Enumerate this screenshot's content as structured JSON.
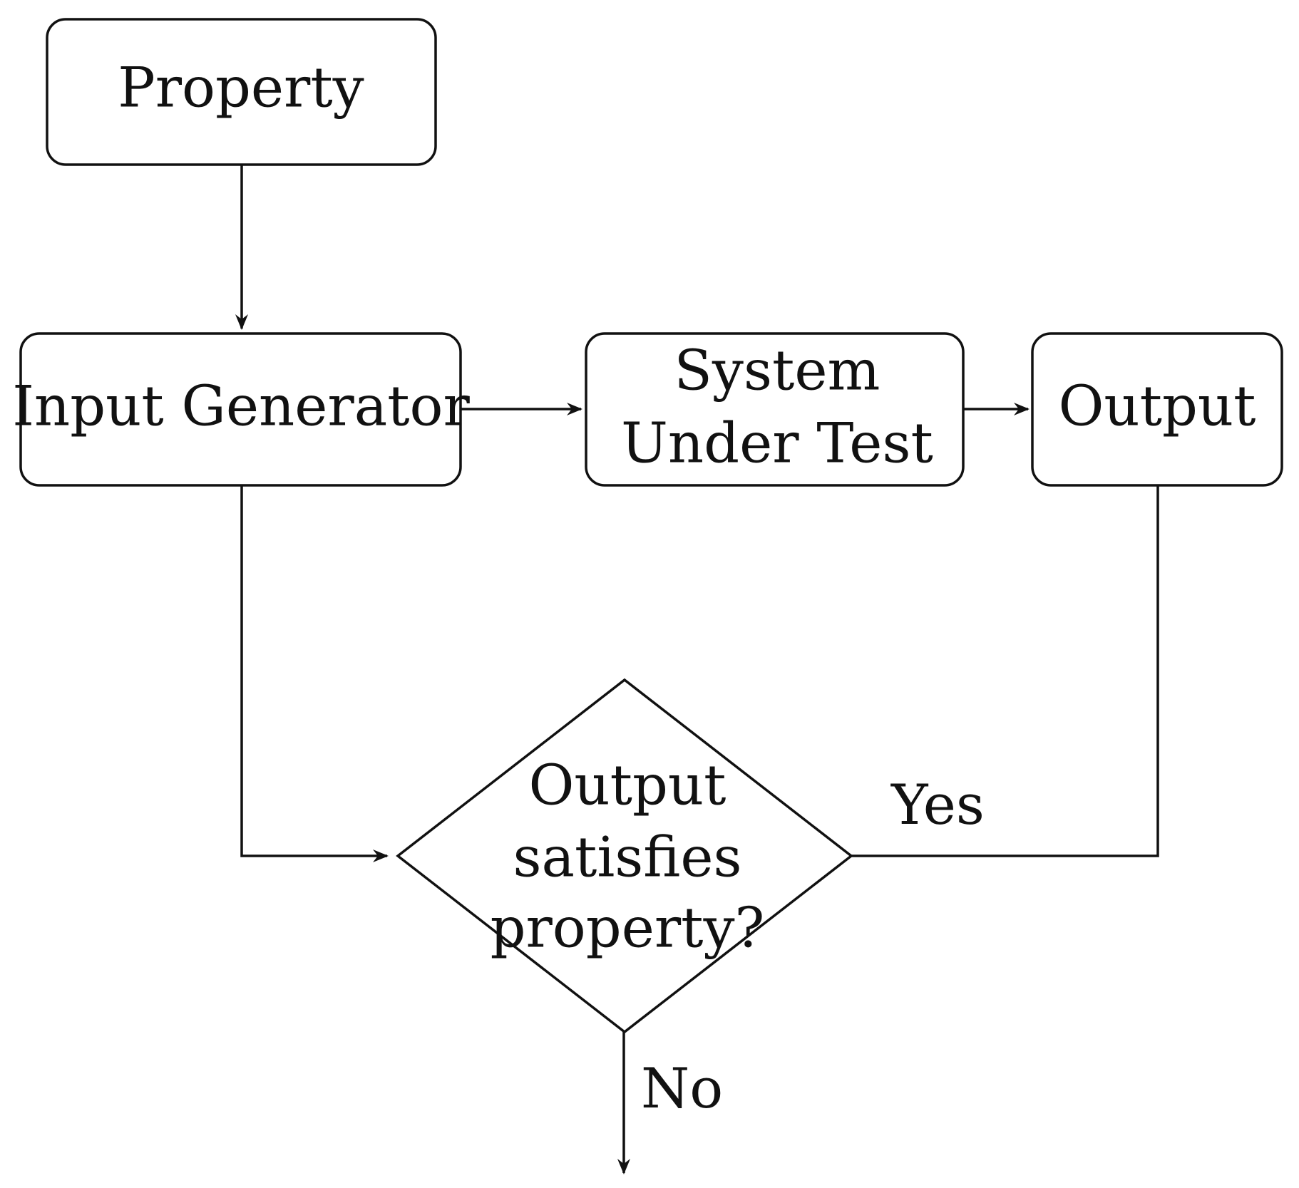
{
  "nodes": {
    "property": "Property",
    "input_generator": "Input Generator",
    "system_under_test": {
      "line1": "System",
      "line2": "Under Test"
    },
    "output": "Output",
    "decision": {
      "line1": "Output",
      "line2": "satisfies",
      "line3": "property?"
    }
  },
  "edge_labels": {
    "yes": "Yes",
    "no": "No"
  }
}
